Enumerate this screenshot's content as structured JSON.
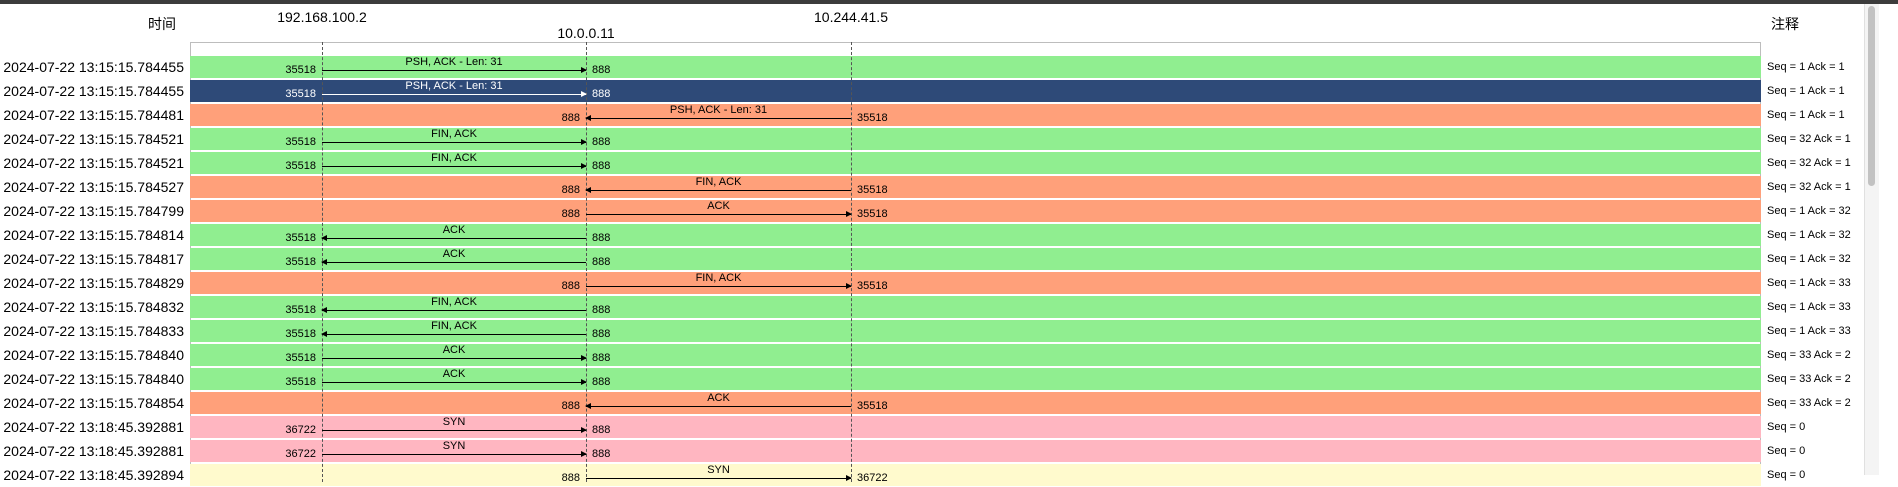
{
  "header": {
    "time_label": "时间",
    "note_label": "注释"
  },
  "hosts": [
    "192.168.100.2",
    "10.0.0.11",
    "10.244.41.5"
  ],
  "colors": {
    "green": "#90ee90",
    "salmon": "#ffa07a",
    "pink": "#ffb6c1",
    "yellow": "#fffacd",
    "selected": "#2e4a78"
  },
  "rows": [
    {
      "time": "2024-07-22 13:15:15.784455",
      "color": "green",
      "from": 0,
      "to": 1,
      "src_port": "35518",
      "dst_port": "888",
      "label": "PSH, ACK - Len: 31",
      "note": "Seq = 1 Ack = 1"
    },
    {
      "time": "2024-07-22 13:15:15.784455",
      "color": "selected",
      "from": 0,
      "to": 1,
      "src_port": "35518",
      "dst_port": "888",
      "label": "PSH, ACK - Len: 31",
      "note": "Seq = 1 Ack = 1"
    },
    {
      "time": "2024-07-22 13:15:15.784481",
      "color": "salmon",
      "from": 2,
      "to": 1,
      "src_port": "35518",
      "dst_port": "888",
      "label": "PSH, ACK - Len: 31",
      "note": "Seq = 1 Ack = 1"
    },
    {
      "time": "2024-07-22 13:15:15.784521",
      "color": "green",
      "from": 0,
      "to": 1,
      "src_port": "35518",
      "dst_port": "888",
      "label": "FIN, ACK",
      "note": "Seq = 32 Ack = 1"
    },
    {
      "time": "2024-07-22 13:15:15.784521",
      "color": "green",
      "from": 0,
      "to": 1,
      "src_port": "35518",
      "dst_port": "888",
      "label": "FIN, ACK",
      "note": "Seq = 32 Ack = 1"
    },
    {
      "time": "2024-07-22 13:15:15.784527",
      "color": "salmon",
      "from": 2,
      "to": 1,
      "src_port": "35518",
      "dst_port": "888",
      "label": "FIN, ACK",
      "note": "Seq = 32 Ack = 1"
    },
    {
      "time": "2024-07-22 13:15:15.784799",
      "color": "salmon",
      "from": 1,
      "to": 2,
      "src_port": "888",
      "dst_port": "35518",
      "label": "ACK",
      "note": "Seq = 1 Ack = 32"
    },
    {
      "time": "2024-07-22 13:15:15.784814",
      "color": "green",
      "from": 1,
      "to": 0,
      "src_port": "888",
      "dst_port": "35518",
      "label": "ACK",
      "note": "Seq = 1 Ack = 32"
    },
    {
      "time": "2024-07-22 13:15:15.784817",
      "color": "green",
      "from": 1,
      "to": 0,
      "src_port": "888",
      "dst_port": "35518",
      "label": "ACK",
      "note": "Seq = 1 Ack = 32"
    },
    {
      "time": "2024-07-22 13:15:15.784829",
      "color": "salmon",
      "from": 1,
      "to": 2,
      "src_port": "888",
      "dst_port": "35518",
      "label": "FIN, ACK",
      "note": "Seq = 1 Ack = 33"
    },
    {
      "time": "2024-07-22 13:15:15.784832",
      "color": "green",
      "from": 1,
      "to": 0,
      "src_port": "888",
      "dst_port": "35518",
      "label": "FIN, ACK",
      "note": "Seq = 1 Ack = 33"
    },
    {
      "time": "2024-07-22 13:15:15.784833",
      "color": "green",
      "from": 1,
      "to": 0,
      "src_port": "888",
      "dst_port": "35518",
      "label": "FIN, ACK",
      "note": "Seq = 1 Ack = 33"
    },
    {
      "time": "2024-07-22 13:15:15.784840",
      "color": "green",
      "from": 0,
      "to": 1,
      "src_port": "35518",
      "dst_port": "888",
      "label": "ACK",
      "note": "Seq = 33 Ack = 2"
    },
    {
      "time": "2024-07-22 13:15:15.784840",
      "color": "green",
      "from": 0,
      "to": 1,
      "src_port": "35518",
      "dst_port": "888",
      "label": "ACK",
      "note": "Seq = 33 Ack = 2"
    },
    {
      "time": "2024-07-22 13:15:15.784854",
      "color": "salmon",
      "from": 2,
      "to": 1,
      "src_port": "35518",
      "dst_port": "888",
      "label": "ACK",
      "note": "Seq = 33 Ack = 2"
    },
    {
      "time": "2024-07-22 13:18:45.392881",
      "color": "pink",
      "from": 0,
      "to": 1,
      "src_port": "36722",
      "dst_port": "888",
      "label": "SYN",
      "note": "Seq = 0"
    },
    {
      "time": "2024-07-22 13:18:45.392881",
      "color": "pink",
      "from": 0,
      "to": 1,
      "src_port": "36722",
      "dst_port": "888",
      "label": "SYN",
      "note": "Seq = 0"
    },
    {
      "time": "2024-07-22 13:18:45.392894",
      "color": "yellow",
      "from": 1,
      "to": 2,
      "src_port": "888",
      "dst_port": "36722",
      "label": "SYN",
      "note": "Seq = 0"
    }
  ]
}
